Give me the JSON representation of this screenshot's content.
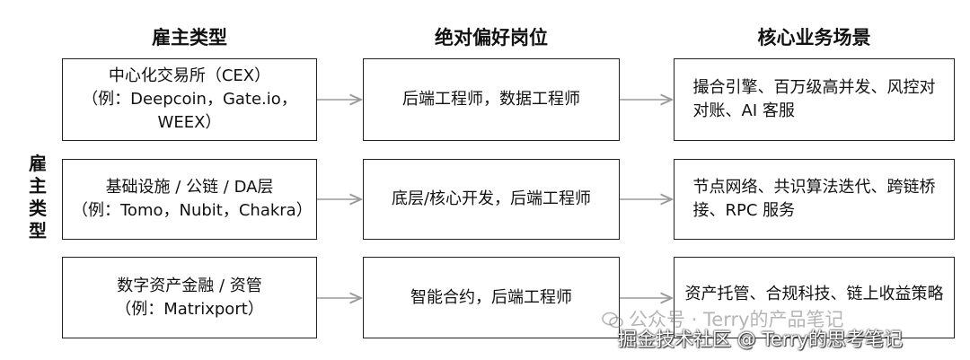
{
  "headers": {
    "employer_type": "雇主类型",
    "preferred_roles": "绝对偏好岗位",
    "core_scenarios": "核心业务场景"
  },
  "side_label": [
    "雇",
    "主",
    "类",
    "型"
  ],
  "rows": [
    {
      "employer": [
        "中心化交易所（CEX）",
        "（例：Deepcoin，Gate.io，",
        "WEEX）"
      ],
      "roles": "后端工程师，数据工程师",
      "scenarios": [
        "撮合引擎、百万级高并发、风控对",
        "对账、AI 客服"
      ]
    },
    {
      "employer": [
        "基础设施 / 公链 / DA层",
        "（例：Tomo，Nubit，Chakra）"
      ],
      "roles": "底层/核心开发，后端工程师",
      "scenarios": [
        "节点网络、共识算法迭代、跨链桥",
        "接、RPC 服务"
      ]
    },
    {
      "employer": [
        "数字资产金融 / 资管",
        "（例：Matrixport）"
      ],
      "roles": "智能合约，后端工程师",
      "scenarios": [
        "资产托管、合规科技、链上收益策略"
      ]
    }
  ],
  "watermarks": {
    "wechat": "公众号 · Terry的产品笔记",
    "juejin": "掘金技术社区 @ Terry的思考笔记"
  },
  "colors": {
    "border": "#222222",
    "arrow": "#9a9a9a"
  }
}
